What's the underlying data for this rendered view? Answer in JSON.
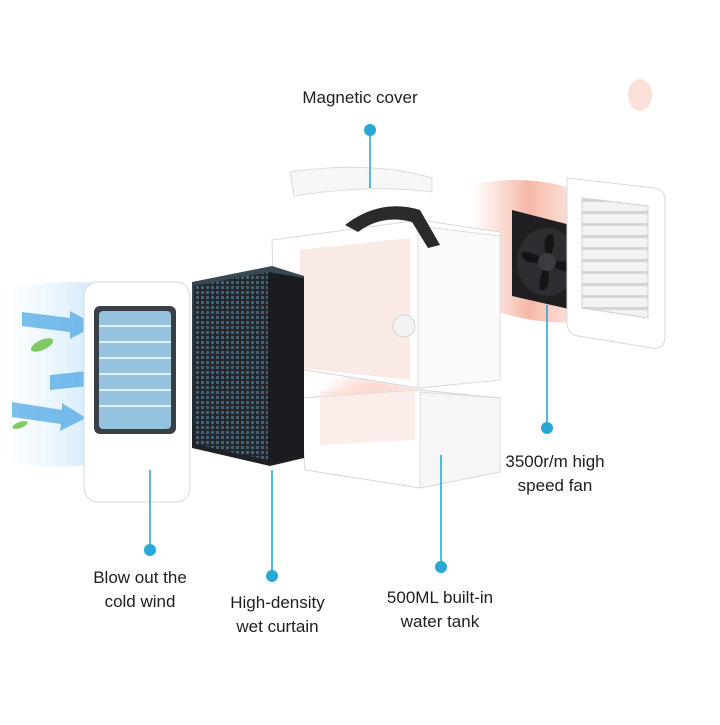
{
  "labels": {
    "magnetic_cover": "Magnetic cover",
    "fan": "3500r/m high\nspeed fan",
    "blow_out": "Blow out the\ncold wind",
    "wet_curtain": "High-density\nwet curtain",
    "water_tank": "500ML built-in\nwater tank"
  },
  "colors": {
    "accent": "#29a8d6",
    "cold_air": "#8ccbf2",
    "warm_air": "#f6b8a8",
    "filter": "#2b2e33",
    "leaf": "#6cc04a"
  }
}
